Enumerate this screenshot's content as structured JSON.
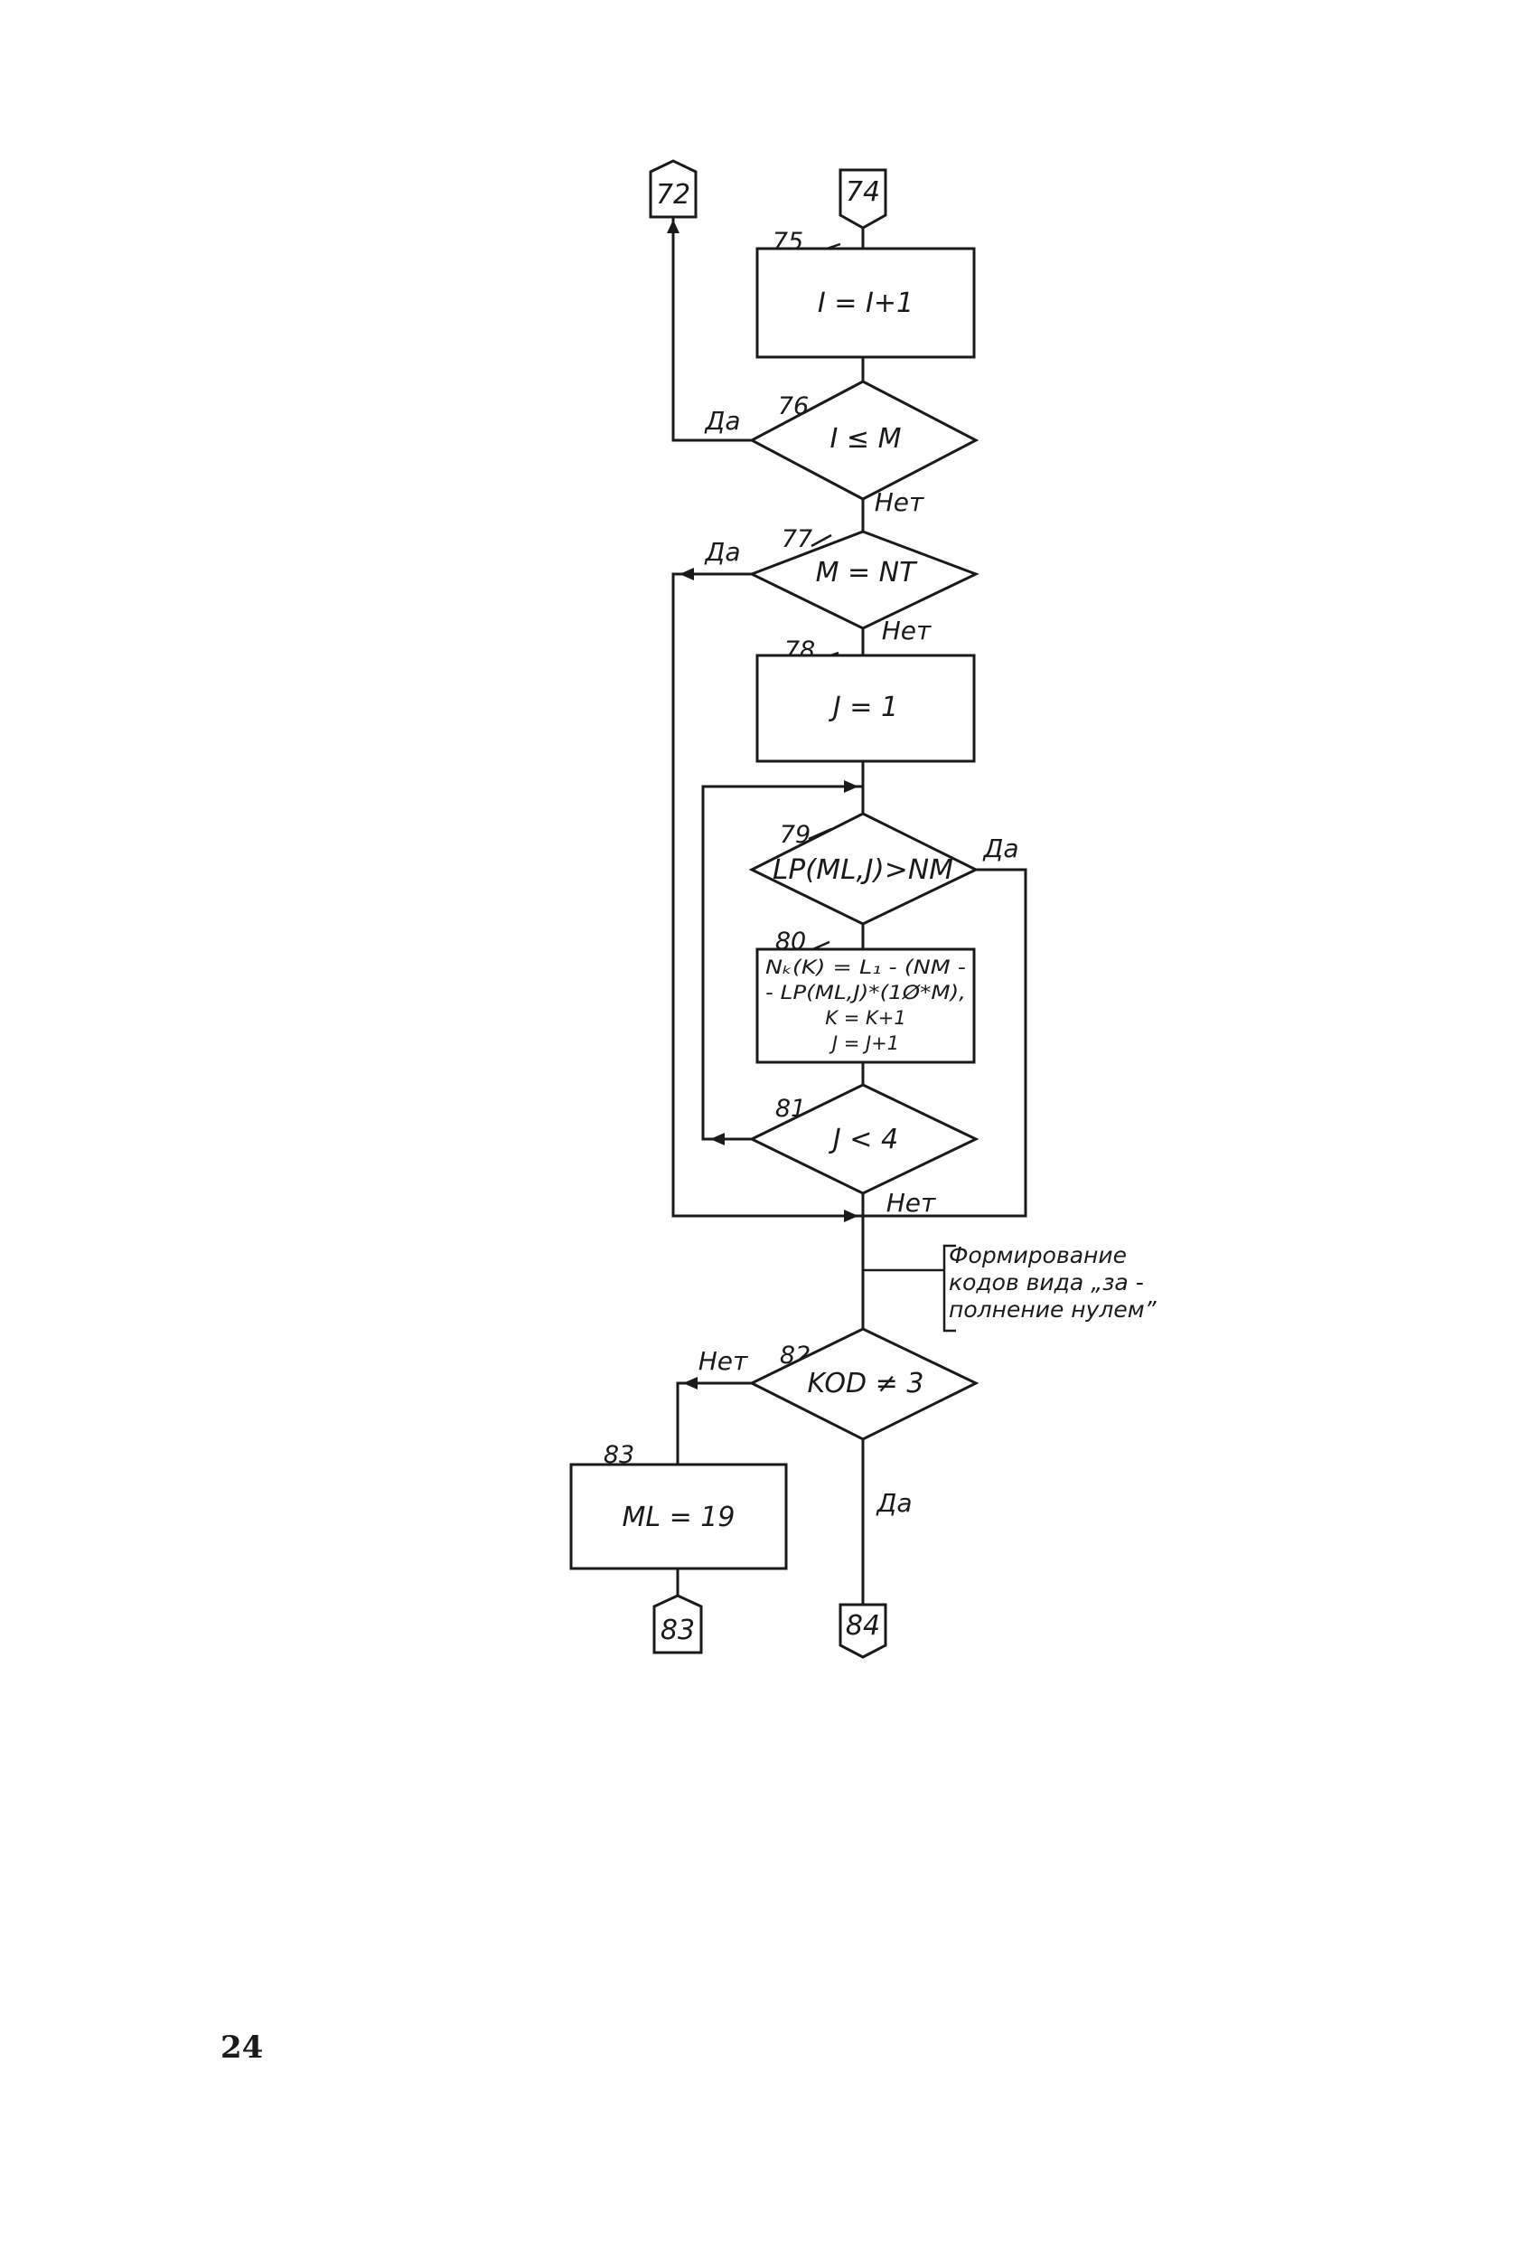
{
  "page_number": "24",
  "connectors": {
    "c72": "72",
    "c74": "74",
    "c83": "83",
    "c84": "84"
  },
  "blocks": {
    "b75": {
      "number": "75",
      "text": "I = I+1"
    },
    "b76": {
      "number": "76",
      "text": "I ≤ M"
    },
    "b77": {
      "number": "77",
      "text": "M = NT"
    },
    "b78": {
      "number": "78",
      "text": "J = 1"
    },
    "b79": {
      "number": "79",
      "text": "LP(ML,J)>NM"
    },
    "b80": {
      "number": "80",
      "lines": [
        "Nₖ(K) = L₁ - (NM -",
        "- LP(ML,J)*(1Ø*M),",
        "K = K+1",
        "J = J+1"
      ]
    },
    "b81": {
      "number": "81",
      "text": "J < 4"
    },
    "b82": {
      "number": "82",
      "text": "KOD ≠ 3"
    },
    "b83": {
      "number": "83",
      "text": "ML = 19"
    }
  },
  "branch_labels": {
    "yes_76": "Да",
    "no_76": "Нет",
    "yes_77": "Да",
    "no_77": "Нет",
    "yes_79": "Да",
    "no_81": "Нет",
    "no_82": "Нет",
    "yes_82": "Да"
  },
  "comment": {
    "lines": [
      "Формирование",
      "кодов вида „за -",
      "полнение нулем”"
    ]
  }
}
